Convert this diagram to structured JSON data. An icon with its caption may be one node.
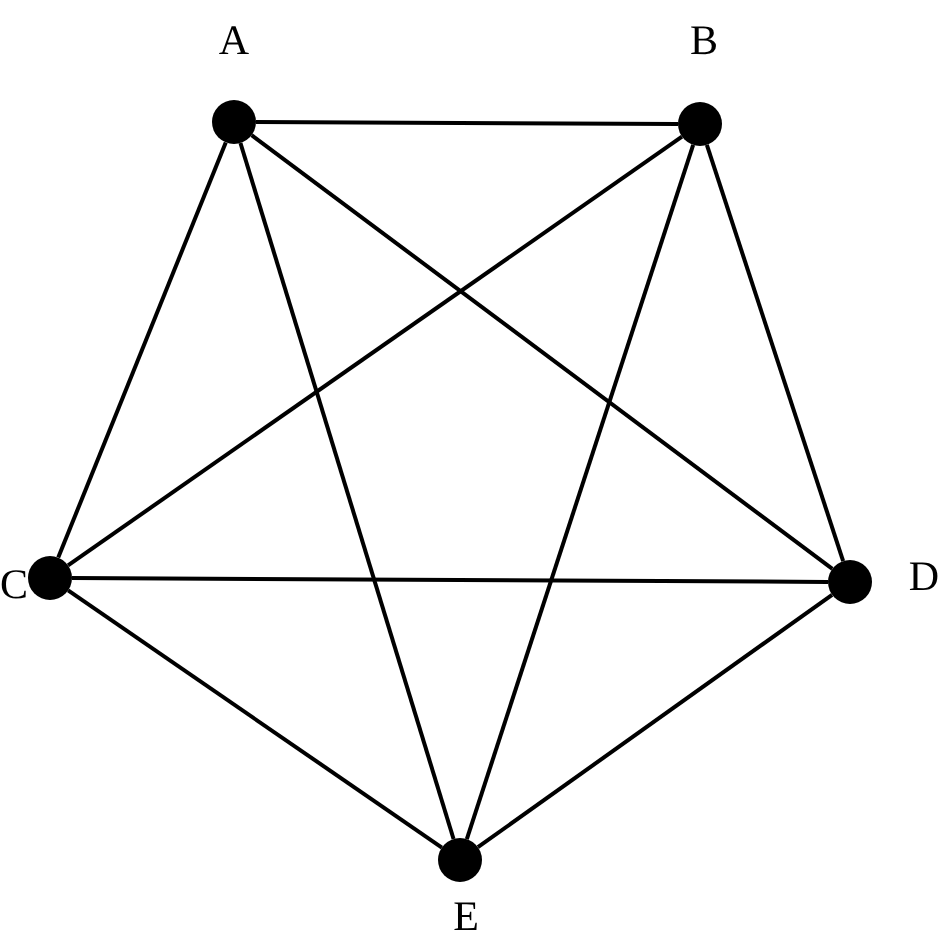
{
  "diagram": {
    "nodes": [
      {
        "text": [
          "A"
        ]
      },
      {
        "text": [
          "B"
        ]
      },
      {
        "text": [
          "C"
        ]
      },
      {
        "text": [
          "D"
        ]
      },
      {
        "text": [
          "E"
        ]
      }
    ],
    "edges": [
      {
        "from": 0,
        "to": 1,
        "arrow": "none"
      },
      {
        "from": 0,
        "to": 2,
        "arrow": "none"
      },
      {
        "from": 0,
        "to": 3,
        "arrow": "none"
      },
      {
        "from": 0,
        "to": 4,
        "arrow": "none"
      },
      {
        "from": 1,
        "to": 2,
        "arrow": "none"
      },
      {
        "from": 1,
        "to": 3,
        "arrow": "none"
      },
      {
        "from": 1,
        "to": 4,
        "arrow": "none"
      },
      {
        "from": 2,
        "to": 3,
        "arrow": "none"
      },
      {
        "from": 2,
        "to": 4,
        "arrow": "none"
      },
      {
        "from": 3,
        "to": 4,
        "arrow": "none"
      }
    ]
  }
}
